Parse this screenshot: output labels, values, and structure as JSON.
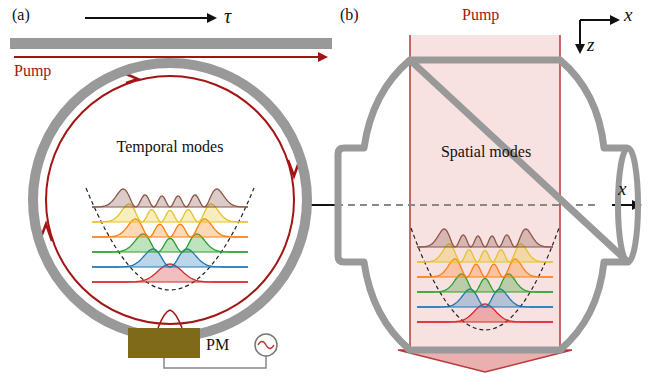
{
  "diagram": {
    "nodes": [
      {
        "text": [
          "Temporal modes"
        ]
      },
      {
        "text": [
          "PM"
        ]
      },
      {
        "text": [
          "Spatial modes"
        ]
      }
    ],
    "labels": [
      "(a)",
      "τ",
      "Pump",
      "(b)",
      "Pump",
      "x",
      "z",
      "x"
    ]
  }
}
